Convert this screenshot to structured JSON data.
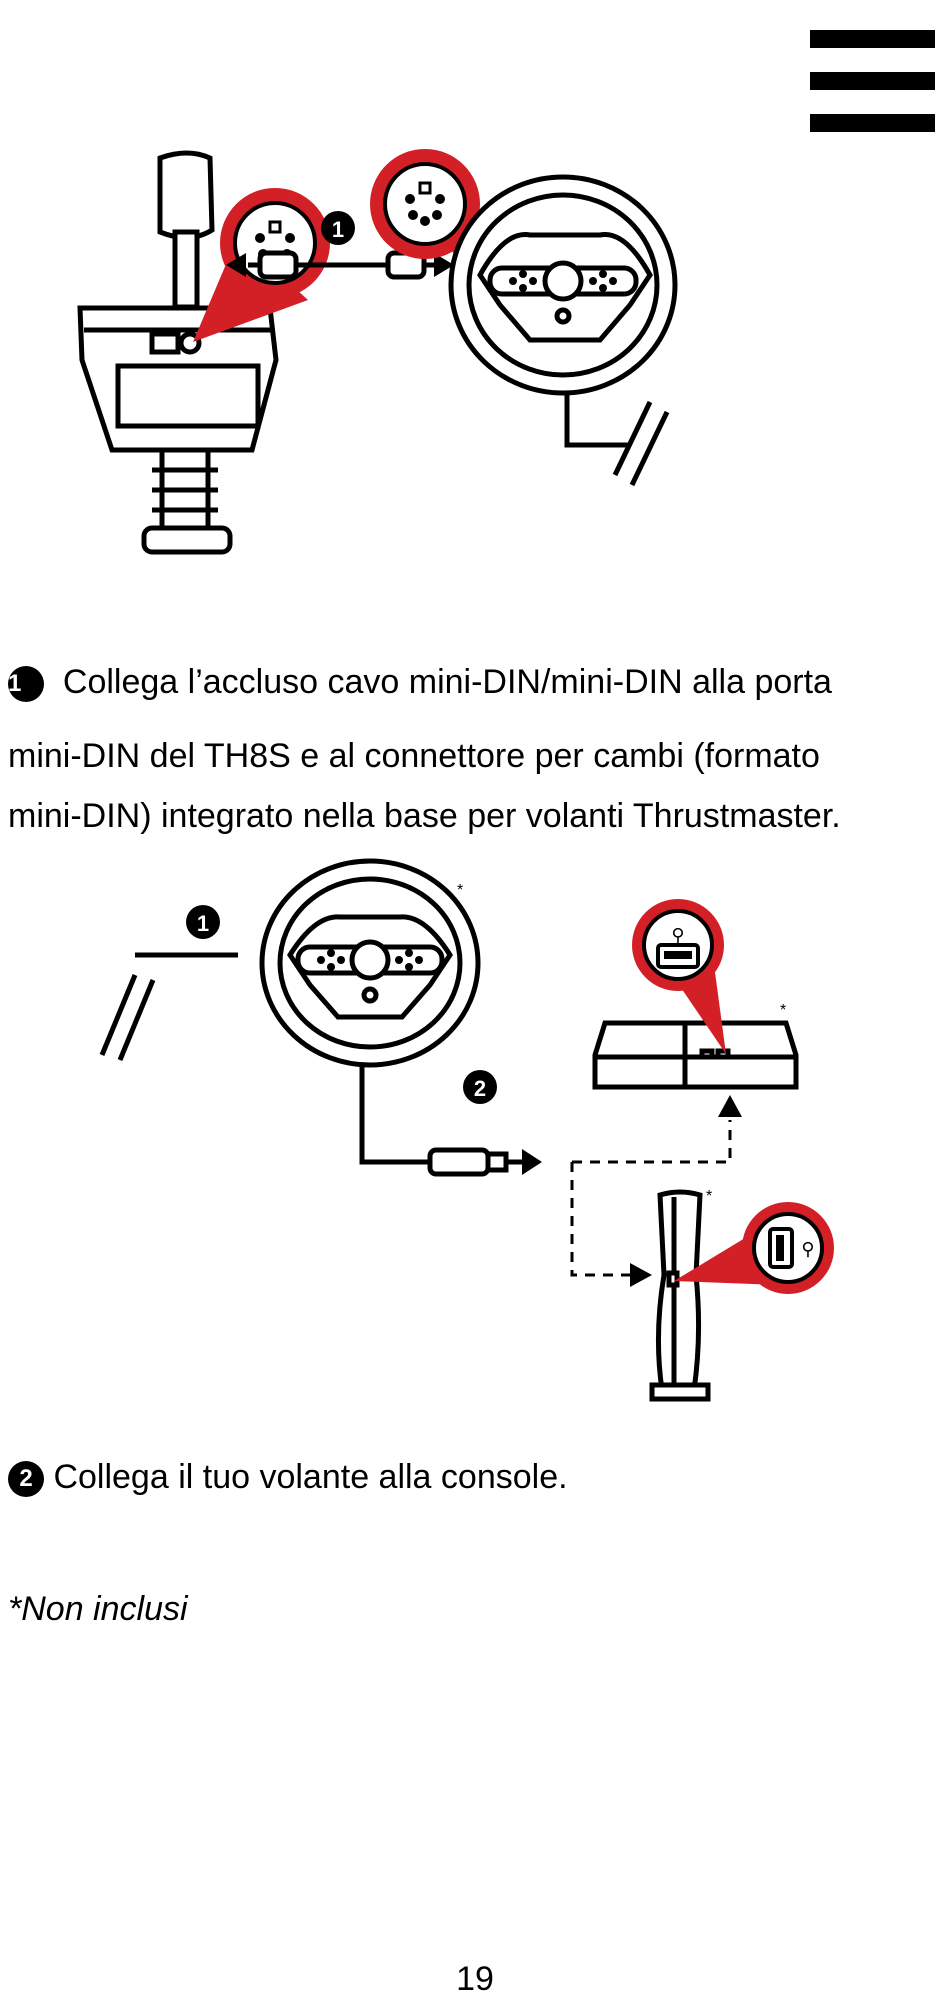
{
  "header": {
    "menu_icon": "hamburger-menu-icon"
  },
  "figure1": {
    "step_badge": "1",
    "devices": [
      "gear-shifter-icon",
      "racing-wheel-icon"
    ],
    "connector": "mini-din-port-icon",
    "colors": {
      "callout": "#d32027",
      "line": "#000000"
    }
  },
  "step1": {
    "badge": "❶",
    "line1": "Collega l’accluso cavo mini-DIN/mini-DIN alla porta",
    "line2": "mini-DIN del TH8S e al connettore per cambi (formato",
    "line3": "mini-DIN) integrato nella base per volanti Thrustmaster."
  },
  "figure2": {
    "step_badge_1": "1",
    "step_badge_2": "2",
    "asterisk_wheel": "*",
    "asterisk_console_h": "*",
    "asterisk_console_v": "*",
    "devices": [
      "racing-wheel-icon",
      "console-horizontal-icon",
      "console-vertical-icon"
    ],
    "connector": "usb-port-icon"
  },
  "step2": {
    "badge": "❷",
    "text": "Collega il tuo volante alla console."
  },
  "footnote": "*Non inclusi",
  "page_number": "19"
}
